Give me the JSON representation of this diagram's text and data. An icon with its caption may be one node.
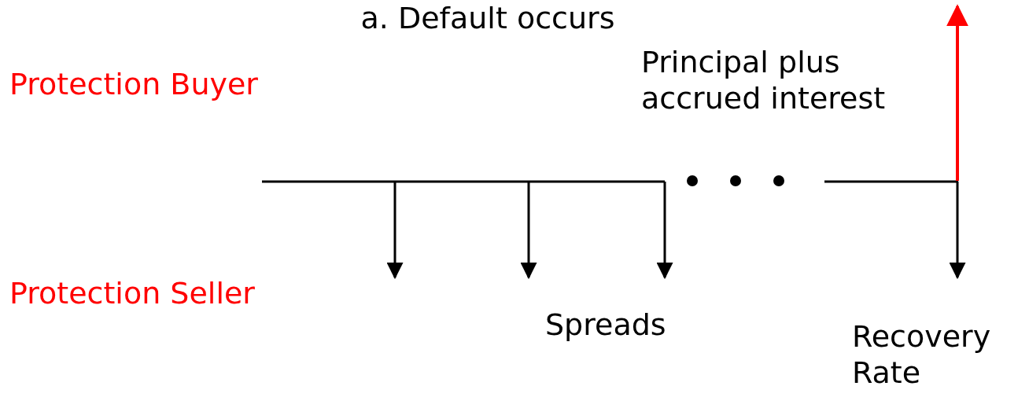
{
  "diagram": {
    "title": "a. Default occurs",
    "labels": [
      "Protection Buyer",
      "Principal plus accrued interest",
      "Protection Seller",
      "Spreads",
      "Recovery Rate"
    ]
  }
}
